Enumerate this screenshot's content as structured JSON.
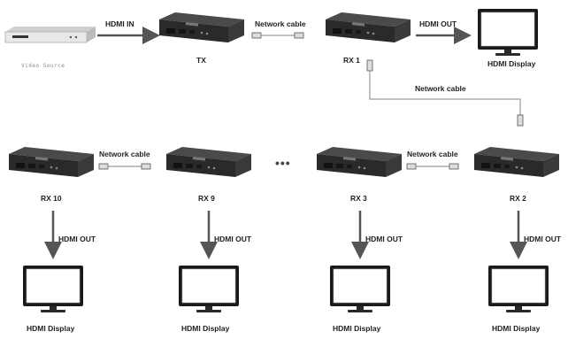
{
  "source": {
    "label": "Video Source",
    "icon": "video-source-player-icon"
  },
  "tx": {
    "label": "TX",
    "icon": "extender-transmitter-icon"
  },
  "links": {
    "hdmi_in": "HDMI IN",
    "hdmi_out": "HDMI OUT",
    "network_cable": "Network cable"
  },
  "receivers": [
    {
      "label": "RX 1"
    },
    {
      "label": "RX 2"
    },
    {
      "label": "RX 3"
    },
    {
      "label": "RX 9"
    },
    {
      "label": "RX 10"
    }
  ],
  "display_label": "HDMI Display",
  "ellipsis": "•••",
  "colors": {
    "arrow": "#555555",
    "device_body": "#2e2e2e",
    "device_top": "#3c3c3c",
    "cable": "#9a9a9a"
  }
}
